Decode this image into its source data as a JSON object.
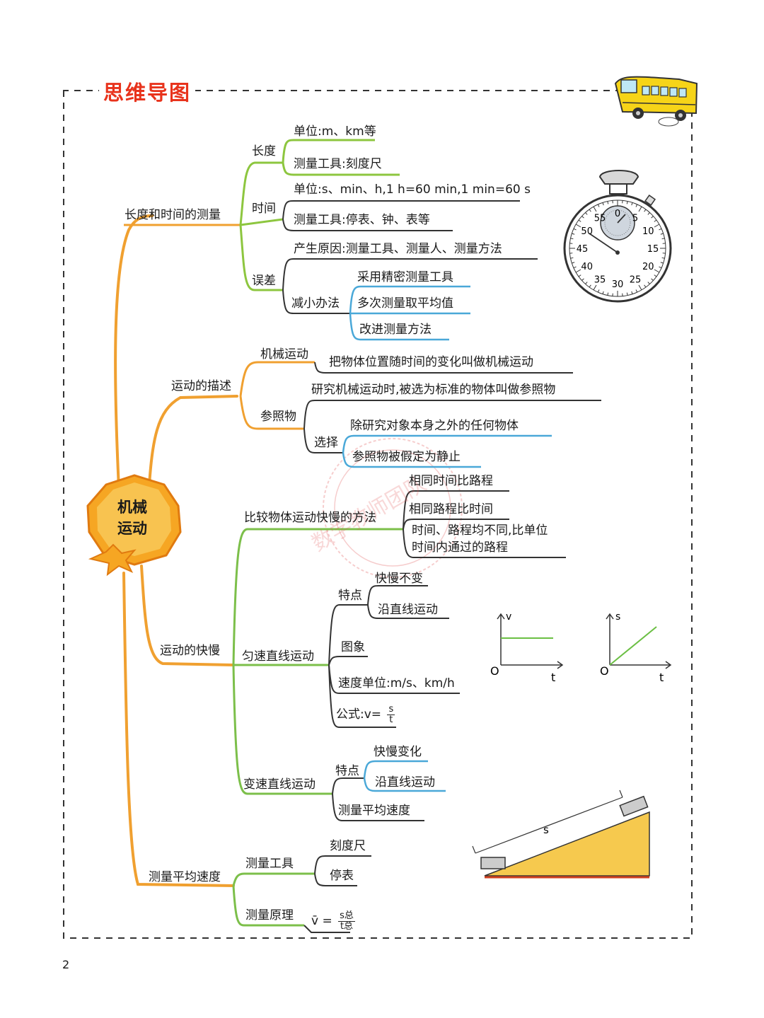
{
  "header": {
    "title": "思维导图"
  },
  "page_number": "2",
  "center": {
    "line1": "机械",
    "line2": "运动"
  },
  "watermark": "数学教师团队",
  "branch_length_time": {
    "label": "长度和时间的测量",
    "length": {
      "label": "长度",
      "unit": "单位:m、km等",
      "tool": "测量工具:刻度尺"
    },
    "time": {
      "label": "时间",
      "unit": "单位:s、min、h,1 h=60 min,1 min=60 s",
      "tool": "测量工具:停表、钟、表等"
    },
    "error": {
      "label": "误差",
      "cause": "产生原因:测量工具、测量人、测量方法",
      "reduce_label": "减小办法",
      "methods": [
        "采用精密测量工具",
        "多次测量取平均值",
        "改进测量方法"
      ]
    }
  },
  "branch_description": {
    "label": "运动的描述",
    "mech": {
      "label": "机械运动",
      "def": "把物体位置随时间的变化叫做机械运动"
    },
    "ref": {
      "label": "参照物",
      "def": "研究机械运动时,被选为标准的物体叫做参照物",
      "choose_label": "选择",
      "choose": [
        "除研究对象本身之外的任何物体",
        "参照物被假定为静止"
      ]
    }
  },
  "branch_speed": {
    "label": "运动的快慢",
    "compare": {
      "label": "比较物体运动快慢的方法",
      "methods": [
        "相同时间比路程",
        "相同路程比时间",
        "时间、路程均不同,比单位",
        "时间内通过的路程"
      ]
    },
    "uniform": {
      "label": "匀速直线运动",
      "feature_label": "特点",
      "features": [
        "快慢不变",
        "沿直线运动"
      ],
      "graph_label": "图象",
      "unit": "速度单位:m/s、km/h",
      "formula_prefix": "公式:v=",
      "formula_num": "s",
      "formula_den": "t"
    },
    "variable": {
      "label": "变速直线运动",
      "feature_label": "特点",
      "features": [
        "快慢变化",
        "沿直线运动"
      ],
      "measure": "测量平均速度"
    }
  },
  "branch_measure": {
    "label": "测量平均速度",
    "tools_label": "测量工具",
    "tools": [
      "刻度尺",
      "停表"
    ],
    "principle_label": "测量原理",
    "principle_prefix": "v̄ =",
    "principle_num": "s总",
    "principle_den": "t总"
  },
  "stopwatch": {
    "ticks": [
      "0",
      "5",
      "10",
      "15",
      "20",
      "25",
      "30",
      "35",
      "40",
      "45",
      "50",
      "55"
    ]
  },
  "graphs": {
    "vt": {
      "y": "v",
      "x": "t",
      "origin": "O"
    },
    "st": {
      "y": "s",
      "x": "t",
      "origin": "O"
    }
  },
  "incline": {
    "label": "s"
  },
  "colors": {
    "root_branch": "#f0a030",
    "length_time": "#8dc63f",
    "error_sub": "#4aa8d8",
    "speed_branch": "#7cbf4a",
    "accent": "#e8331c",
    "wedge": "#f6c94e"
  }
}
